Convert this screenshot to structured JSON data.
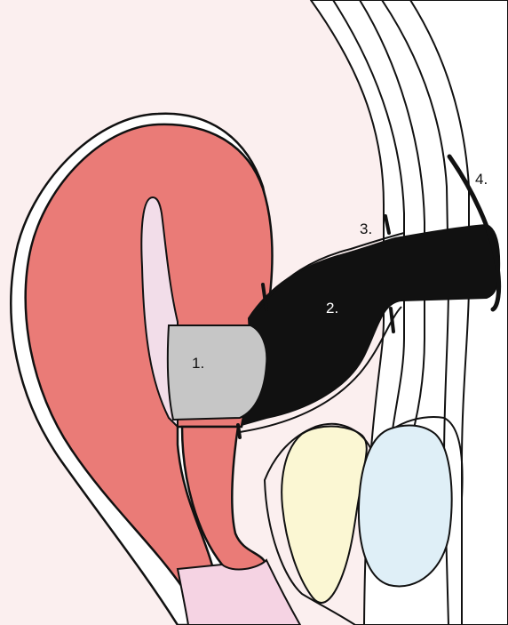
{
  "labels": {
    "one": "1.",
    "two": "2.",
    "three": "3.",
    "four": "4."
  },
  "colors": {
    "background_tissue": "#fbefef",
    "uterus": "#ea7b77",
    "cavity": "#f2dde9",
    "pelvic_floor": "#f5d3e3",
    "cup": "#c6c6c6",
    "device": "#111111",
    "bladder": "#fbf7d3",
    "bowel": "#dfeff7",
    "outline": "#111111",
    "white": "#ffffff"
  }
}
